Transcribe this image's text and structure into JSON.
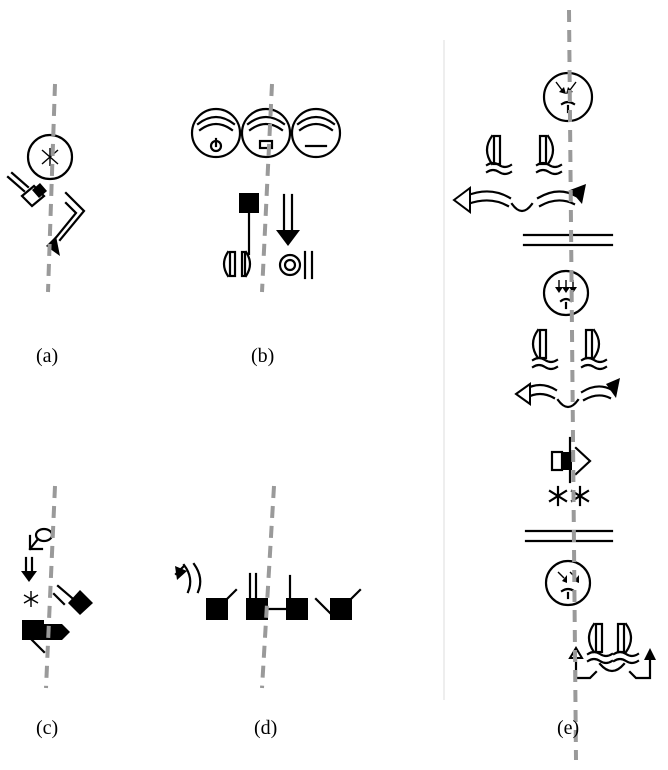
{
  "captions": {
    "a": "(a)",
    "b": "(b)",
    "c": "(c)",
    "d": "(d)",
    "e": "(e)"
  },
  "panels": [
    {
      "id": "a",
      "symbols": [
        "face-circle",
        "star-symbol",
        "hand-symbol",
        "wing-movement-arrow"
      ]
    },
    {
      "id": "b",
      "symbols": [
        "face-circle",
        "face-circle",
        "face-circle",
        "square-hand-contact",
        "down-arrow",
        "wing-hand-symbols"
      ]
    },
    {
      "id": "c",
      "symbols": [
        "contact-symbol",
        "down-arrow",
        "star-symbol",
        "diamond-hand",
        "square-hands"
      ]
    },
    {
      "id": "d",
      "symbols": [
        "arc-arrow",
        "square-hand",
        "square-hand",
        "square-hand",
        "square-hand"
      ]
    },
    {
      "id": "e",
      "symbols": [
        "face-circle",
        "wing-hand-symbols",
        "curved-arrows",
        "double-bar",
        "face-circle",
        "wing-hand-symbols",
        "curved-arrows",
        "finger-symbol",
        "star-symbol",
        "double-bar",
        "face-circle",
        "wing-hand-symbols",
        "curved-arrows"
      ]
    }
  ],
  "colors": {
    "ink": "#000000",
    "dash": "#9a9a9a",
    "divider": "#dddddd"
  }
}
